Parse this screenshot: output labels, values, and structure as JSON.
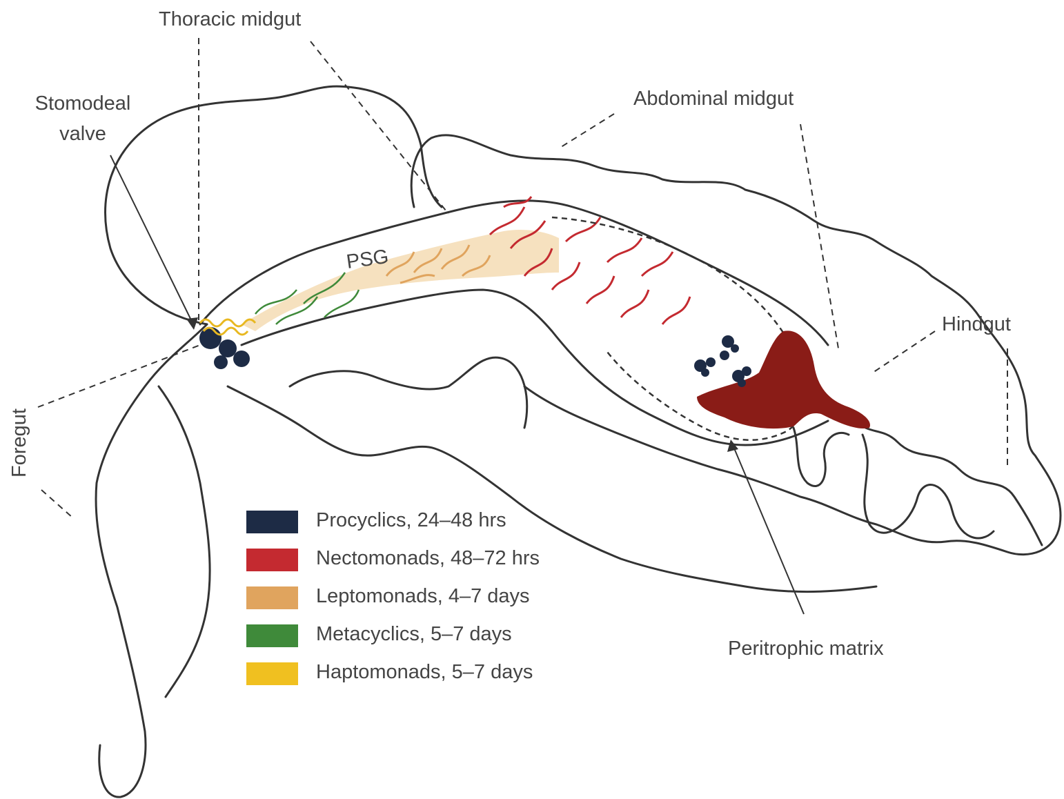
{
  "labels": {
    "thoracic_midgut": "Thoracic midgut",
    "stomodeal_valve": "Stomodeal\nvalve",
    "abdominal_midgut": "Abdominal midgut",
    "foregut": "Foregut",
    "hindgut": "Hindgut",
    "psg": "PSG",
    "peritrophic_matrix": "Peritrophic matrix"
  },
  "legend": [
    {
      "label": "Procyclics, 24–48 hrs",
      "color": "#1d2b45"
    },
    {
      "label": "Nectomonads, 48–72 hrs",
      "color": "#c42a30"
    },
    {
      "label": "Leptomonads, 4–7 days",
      "color": "#e0a45e"
    },
    {
      "label": "Metacyclics, 5–7 days",
      "color": "#3f8a3a"
    },
    {
      "label": "Haptomonads, 5–7 days",
      "color": "#f0c020"
    }
  ],
  "colors": {
    "outline": "#333333",
    "psg_fill": "#f5dcb4",
    "blood_meal": "#8a1c17",
    "procyclic": "#1d2b45",
    "nectomonad": "#c42a30",
    "leptomonad": "#e0a45e",
    "metacyclic": "#3f8a3a",
    "haptomonad": "#e8b820"
  }
}
